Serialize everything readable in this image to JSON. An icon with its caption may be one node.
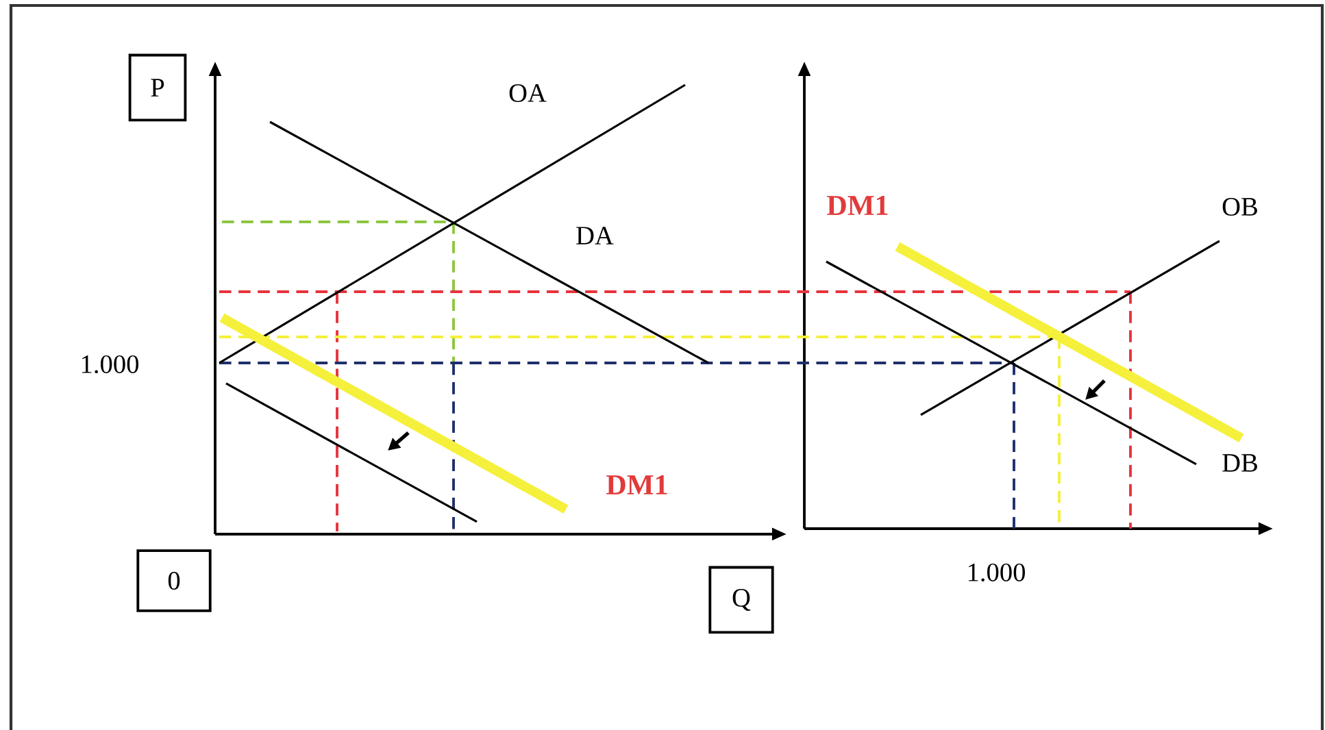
{
  "diagram": {
    "nodes": [
      {
        "text": [
          "P"
        ]
      },
      {
        "text": [
          "0"
        ]
      },
      {
        "text": [
          "Q"
        ]
      }
    ],
    "labels": [
      "OA",
      "DA",
      "1.000",
      "DM1",
      "DM1",
      "OB",
      "DB",
      "1.000"
    ]
  }
}
